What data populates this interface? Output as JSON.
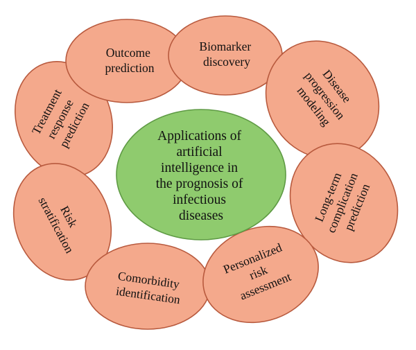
{
  "colors": {
    "petal_fill": "#F4A98C",
    "petal_stroke": "#B85A3E",
    "hub_fill": "#8FCB6E",
    "hub_stroke": "#5E9A44",
    "background": "#FFFFFF"
  },
  "center": {
    "lines": [
      "Applications of",
      "artificial",
      "intelligence in",
      "the prognosis of",
      "infectious",
      "diseases"
    ]
  },
  "nodes": [
    {
      "id": "outcome-prediction",
      "lines": [
        "Outcome",
        "prediction"
      ]
    },
    {
      "id": "biomarker-discovery",
      "lines": [
        "Biomarker",
        "discovery"
      ]
    },
    {
      "id": "disease-progression-modeling",
      "lines": [
        "Disease",
        "progression",
        "modeling"
      ]
    },
    {
      "id": "long-term-complication-prediction",
      "lines": [
        "Long-term",
        "complication",
        "prediction"
      ]
    },
    {
      "id": "personalized-risk-assessment",
      "lines": [
        "Personalized",
        "risk",
        "assessment"
      ]
    },
    {
      "id": "comorbidity-identification",
      "lines": [
        "Comorbidity",
        "identification"
      ]
    },
    {
      "id": "risk-stratification",
      "lines": [
        "Risk",
        "stratification"
      ]
    },
    {
      "id": "treatment-response-prediction",
      "lines": [
        "Treatment",
        "response",
        "prediction"
      ]
    }
  ]
}
